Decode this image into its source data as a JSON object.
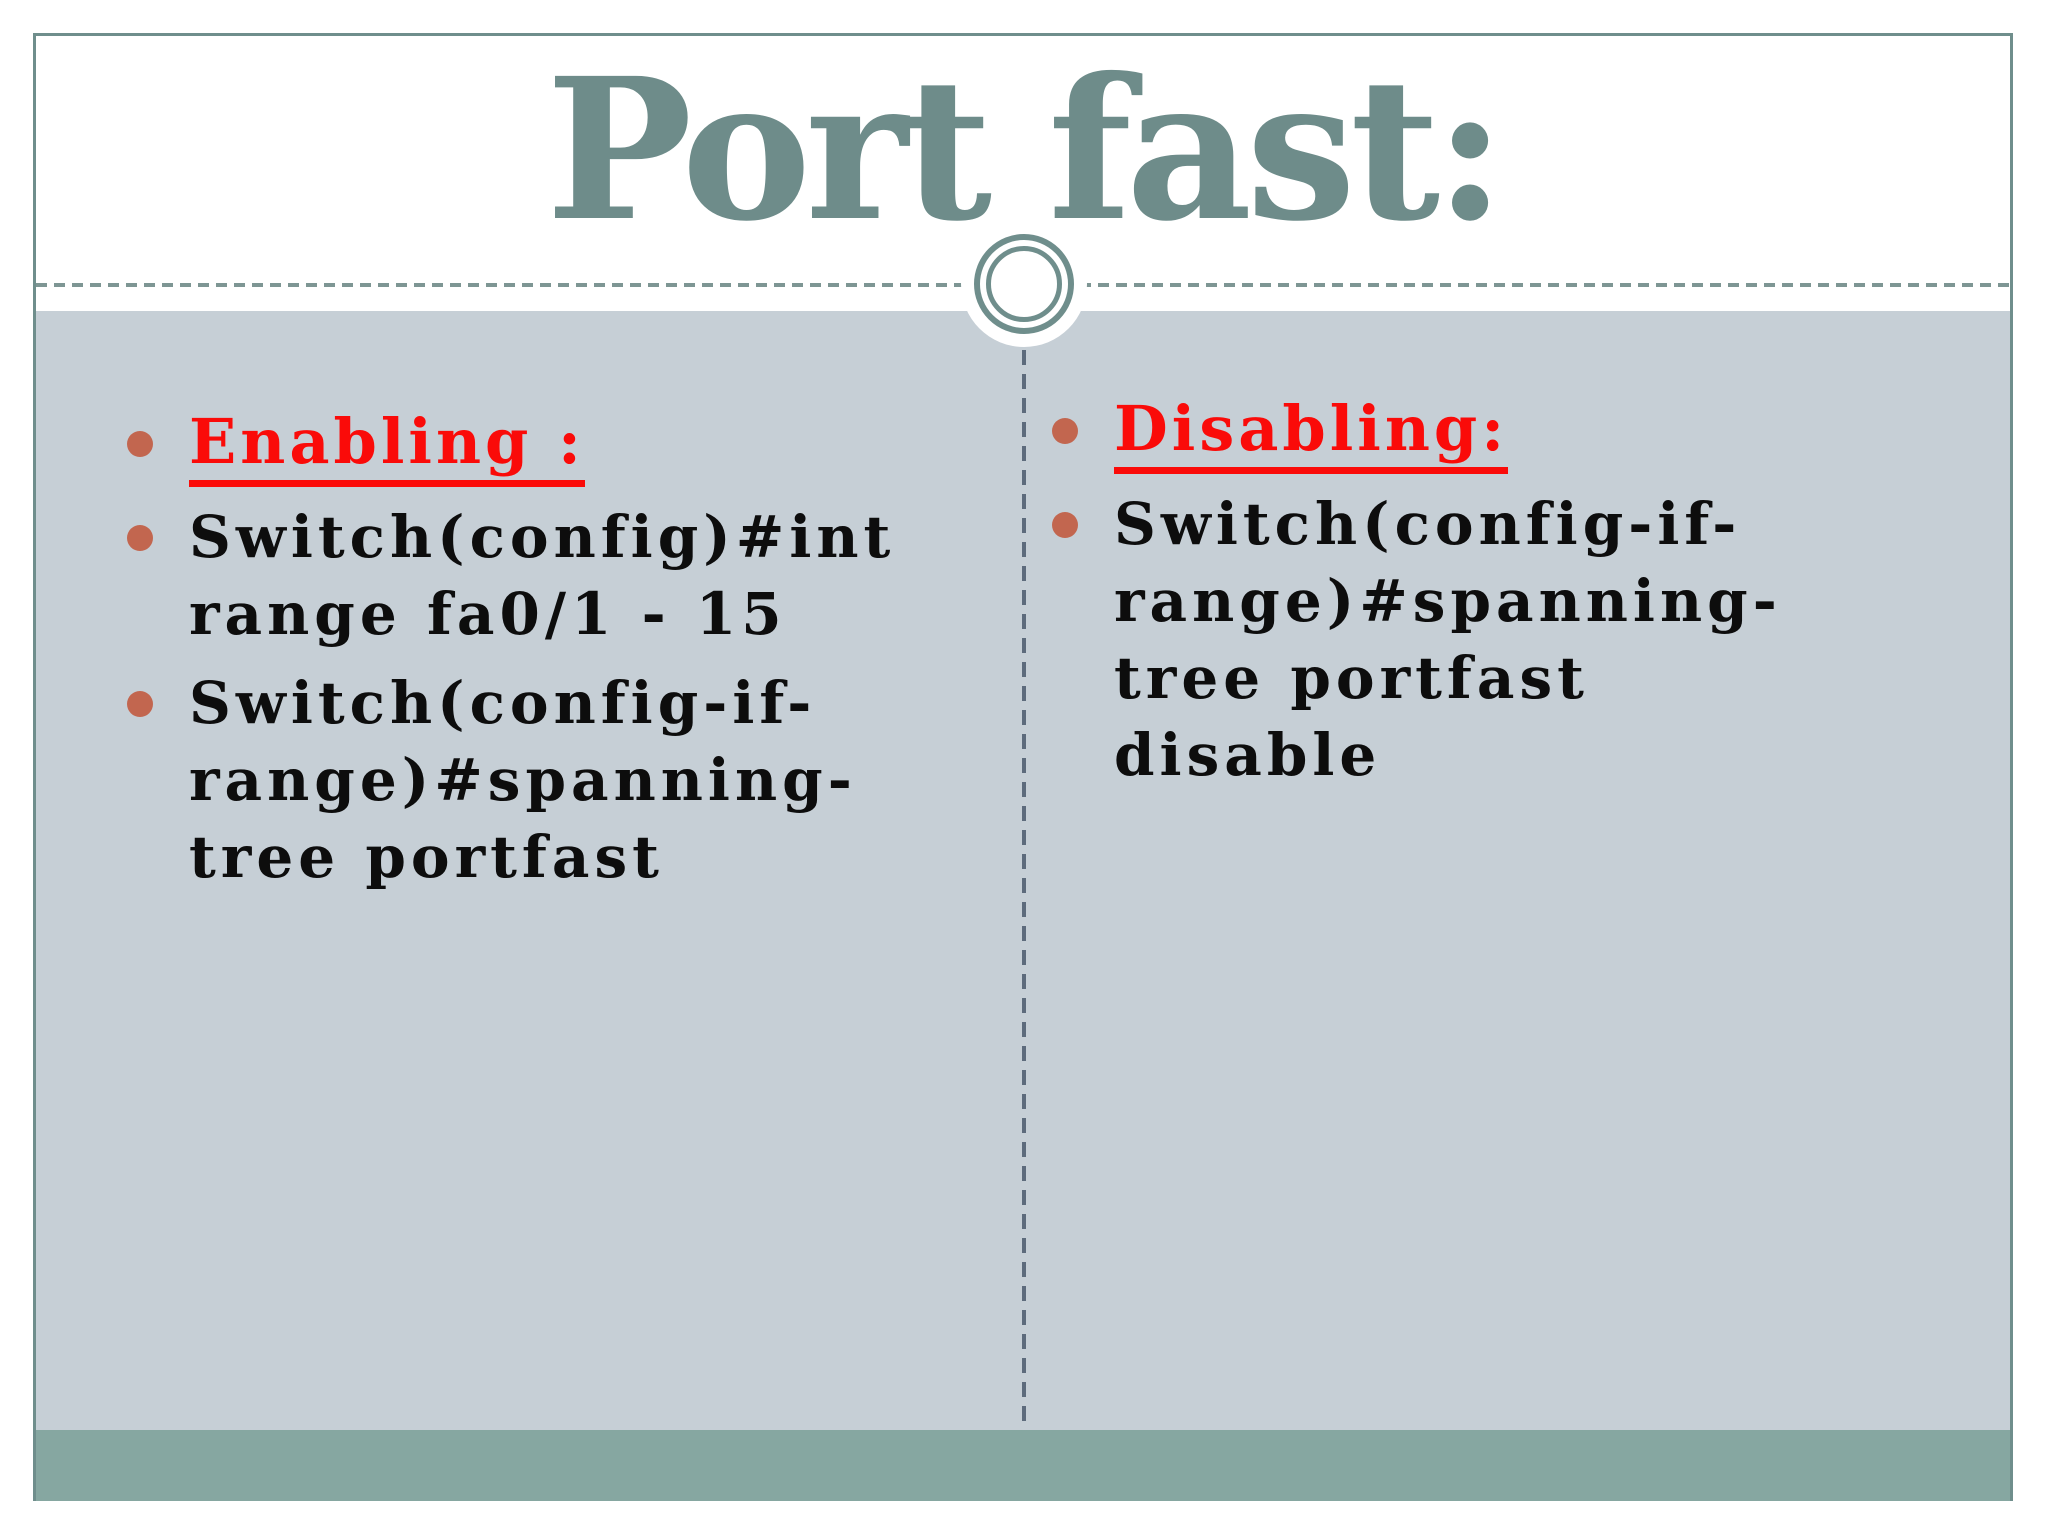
{
  "slide": {
    "title": "Port fast:",
    "columns": [
      {
        "heading": "Enabling :",
        "items": [
          "Switch(config)#int range fa0/1 - 15",
          "Switch(config-if-range)#spanning-tree portfast"
        ]
      },
      {
        "heading": "Disabling:",
        "items": [
          "Switch(config-if-range)#spanning-tree portfast disable"
        ]
      }
    ],
    "icons": {
      "bullet": "filled-circle",
      "ornament": "double-ring-circle"
    },
    "colors": {
      "title_teal": "#6e8c8a",
      "frame_border": "#6f8e8c",
      "content_background": "#c6cfd6",
      "footer_band": "#86a7a1",
      "heading_red": "#fa0b09",
      "bullet_terracotta": "#c2664f",
      "body_text": "#0d0d0d",
      "column_divider_slate": "#5d6b7c",
      "header_divider_teal": "#7e9694"
    }
  }
}
